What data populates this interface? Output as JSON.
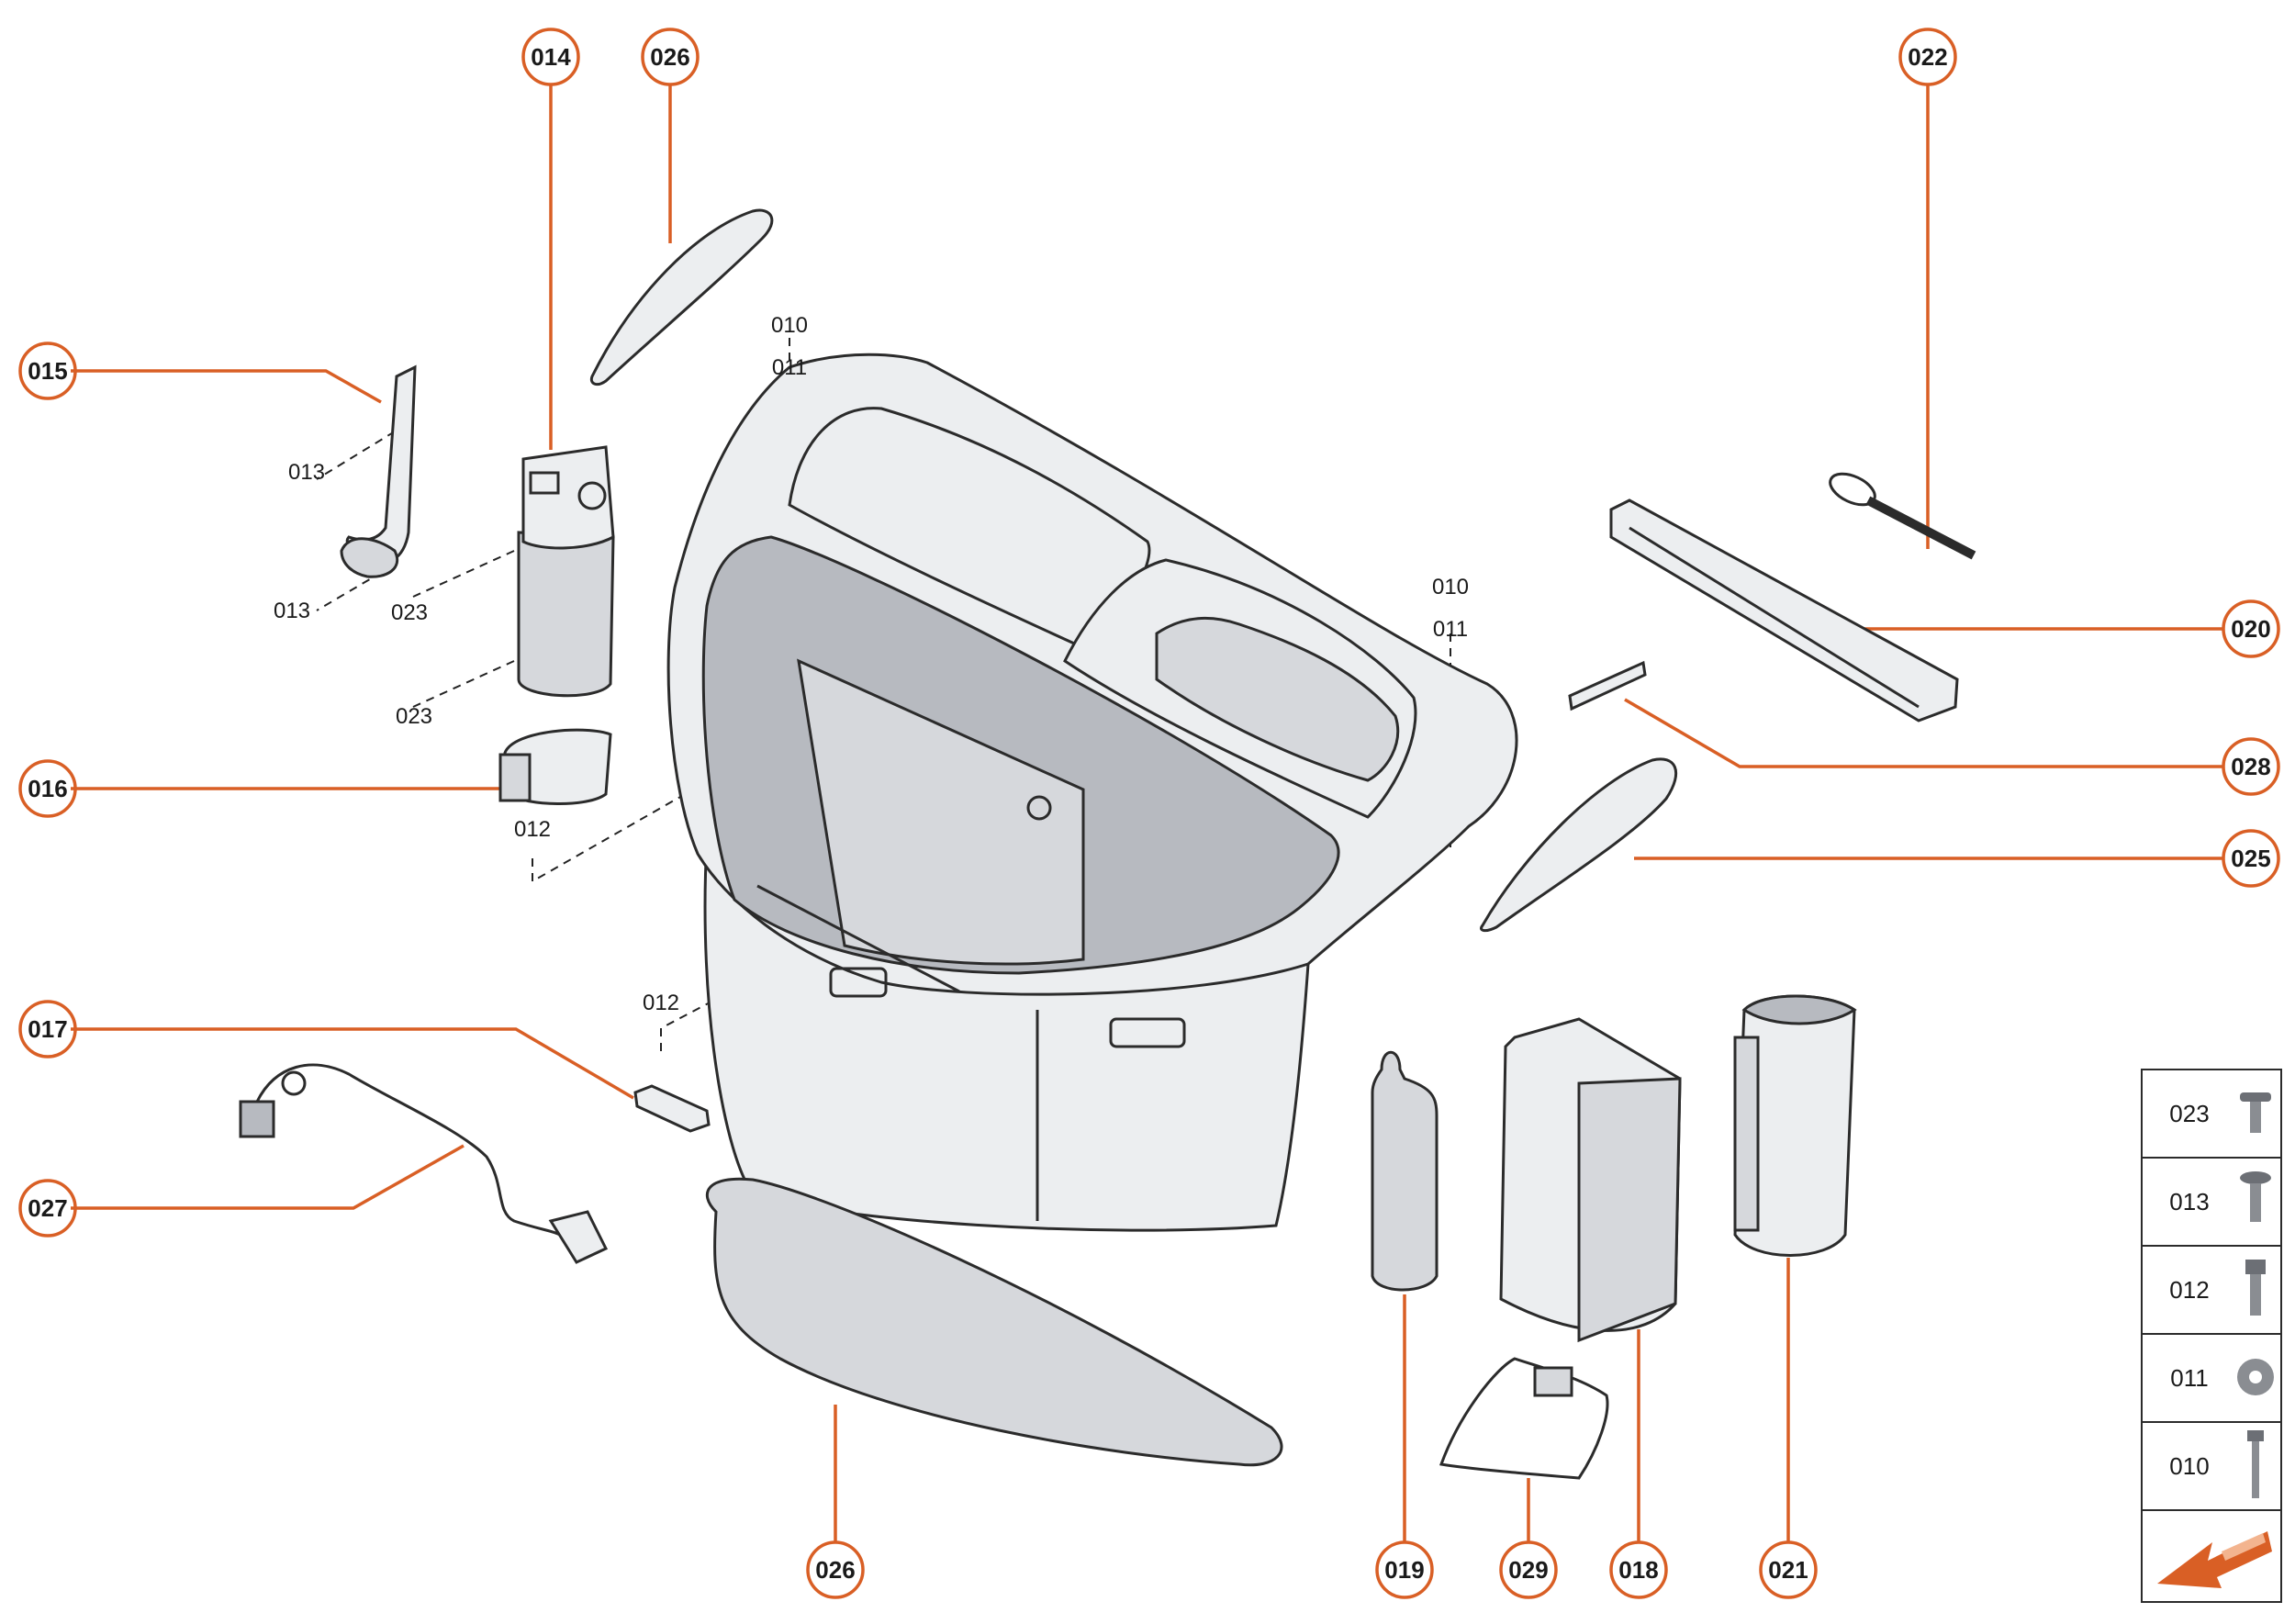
{
  "callouts": {
    "c014": "014",
    "c026_top": "026",
    "c022": "022",
    "c015": "015",
    "c020": "020",
    "c016": "016",
    "c028": "028",
    "c025": "025",
    "c017": "017",
    "c027": "027",
    "c026_bottom": "026",
    "c019": "019",
    "c029": "029",
    "c018": "018",
    "c021": "021"
  },
  "references": {
    "r010_top": "010",
    "r011_top": "011",
    "r010_right": "010",
    "r011_right": "011",
    "r013_a": "013",
    "r013_b": "013",
    "r023_a": "023",
    "r023_b": "023",
    "r012_a": "012",
    "r012_b": "012"
  },
  "legend": {
    "items": [
      "023",
      "013",
      "012",
      "011",
      "010"
    ]
  },
  "colors": {
    "accent": "#d95f25",
    "line": "#2b2b2b"
  }
}
